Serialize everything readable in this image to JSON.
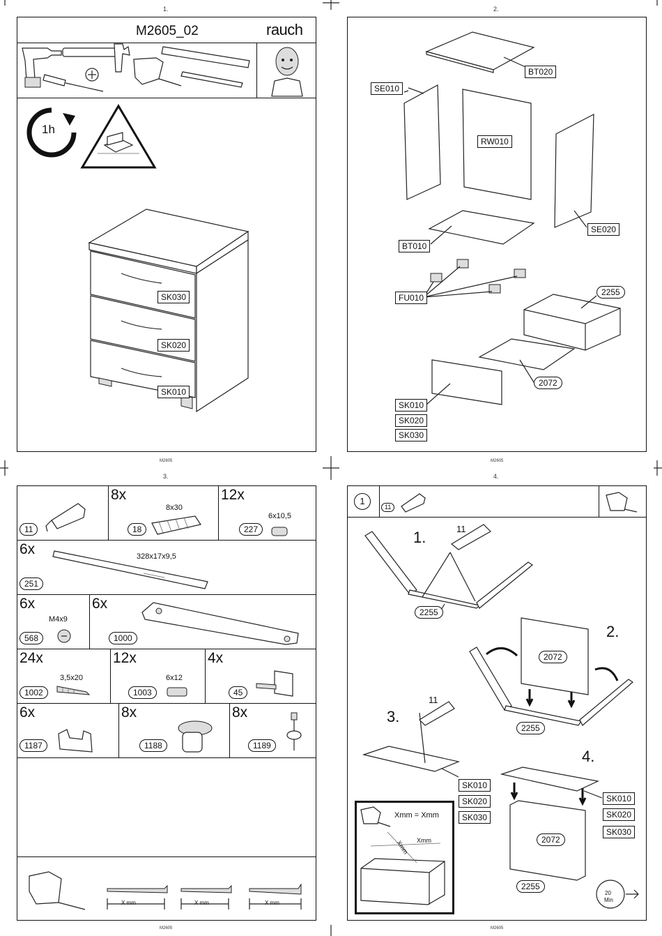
{
  "pages": [
    {
      "number": "1.",
      "footer": "M2605"
    },
    {
      "number": "2.",
      "footer": "M2605"
    },
    {
      "number": "3.",
      "footer": "M2605"
    },
    {
      "number": "4.",
      "footer": "M2605"
    }
  ],
  "page1": {
    "title": "M2605_02",
    "brand": "rauch",
    "time": "1h",
    "drawers": [
      "SK030",
      "SK020",
      "SK010"
    ]
  },
  "page2": {
    "parts": {
      "bt020": "BT020",
      "se010": "SE010",
      "rw010": "RW010",
      "se020": "SE020",
      "bt010": "BT010",
      "fu010": "FU010",
      "p2255": "2255",
      "p2072": "2072",
      "sk010": "SK010",
      "sk020": "SK020",
      "sk030": "SK030"
    }
  },
  "page3": {
    "hardware": [
      {
        "id": "11",
        "qty": "",
        "spec": ""
      },
      {
        "id": "18",
        "qty": "8x",
        "spec": "8x30"
      },
      {
        "id": "227",
        "qty": "12x",
        "spec": "6x10,5"
      },
      {
        "id": "251",
        "qty": "6x",
        "spec": "328x17x9,5"
      },
      {
        "id": "568",
        "qty": "6x",
        "spec": "M4x9"
      },
      {
        "id": "1000",
        "qty": "6x",
        "spec": ""
      },
      {
        "id": "1002",
        "qty": "24x",
        "spec": "3,5x20"
      },
      {
        "id": "1003",
        "qty": "12x",
        "spec": "6x12"
      },
      {
        "id": "45",
        "qty": "4x",
        "spec": ""
      },
      {
        "id": "1187",
        "qty": "6x",
        "spec": ""
      },
      {
        "id": "1188",
        "qty": "8x",
        "spec": ""
      },
      {
        "id": "1189",
        "qty": "8x",
        "spec": ""
      }
    ],
    "measure_label": "X mm"
  },
  "page4": {
    "step": "1",
    "glue_id": "11",
    "steps": [
      "1.",
      "2.",
      "3.",
      "4."
    ],
    "glue_label": "11",
    "p2255": "2255",
    "p2072": "2072",
    "fronts": [
      "SK010",
      "SK020",
      "SK030"
    ],
    "diag_label": "Xmm = Xmm",
    "xmm": "Xmm",
    "clock_value": "20",
    "clock_unit": "Min"
  }
}
